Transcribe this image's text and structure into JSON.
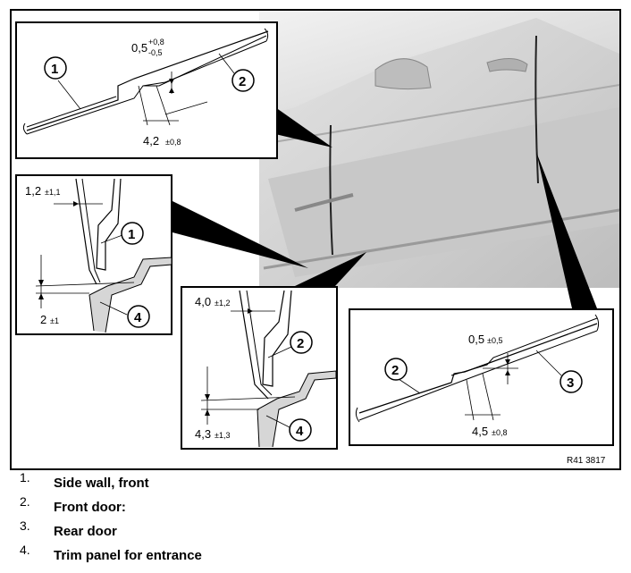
{
  "figure": {
    "ref_code": "R41 3817",
    "inset_top": {
      "dim_gap_main": "0,5",
      "dim_gap_plus": "+0,8",
      "dim_gap_minus": "-0,5",
      "dim_offset": "4,2",
      "dim_offset_tol": "±0,8",
      "callouts": [
        "1",
        "2"
      ]
    },
    "inset_left": {
      "dim_top": "1,2",
      "dim_top_tol": "±1,1",
      "dim_bottom": "2",
      "dim_bottom_tol": "±1",
      "callouts": [
        "1",
        "4"
      ]
    },
    "inset_middle": {
      "dim_top": "4,0",
      "dim_top_tol": "±1,2",
      "dim_bottom": "4,3",
      "dim_bottom_tol": "±1,3",
      "callouts": [
        "2",
        "4"
      ]
    },
    "inset_right": {
      "dim_gap": "0,5",
      "dim_gap_tol": "±0,5",
      "dim_offset": "4,5",
      "dim_offset_tol": "±0,8",
      "callouts": [
        "2",
        "3"
      ]
    }
  },
  "legend": [
    {
      "num": "1.",
      "text": "Side wall, front"
    },
    {
      "num": "2.",
      "text": "Front door:"
    },
    {
      "num": "3.",
      "text": "Rear door"
    },
    {
      "num": "4.",
      "text": "Trim panel for entrance"
    }
  ]
}
